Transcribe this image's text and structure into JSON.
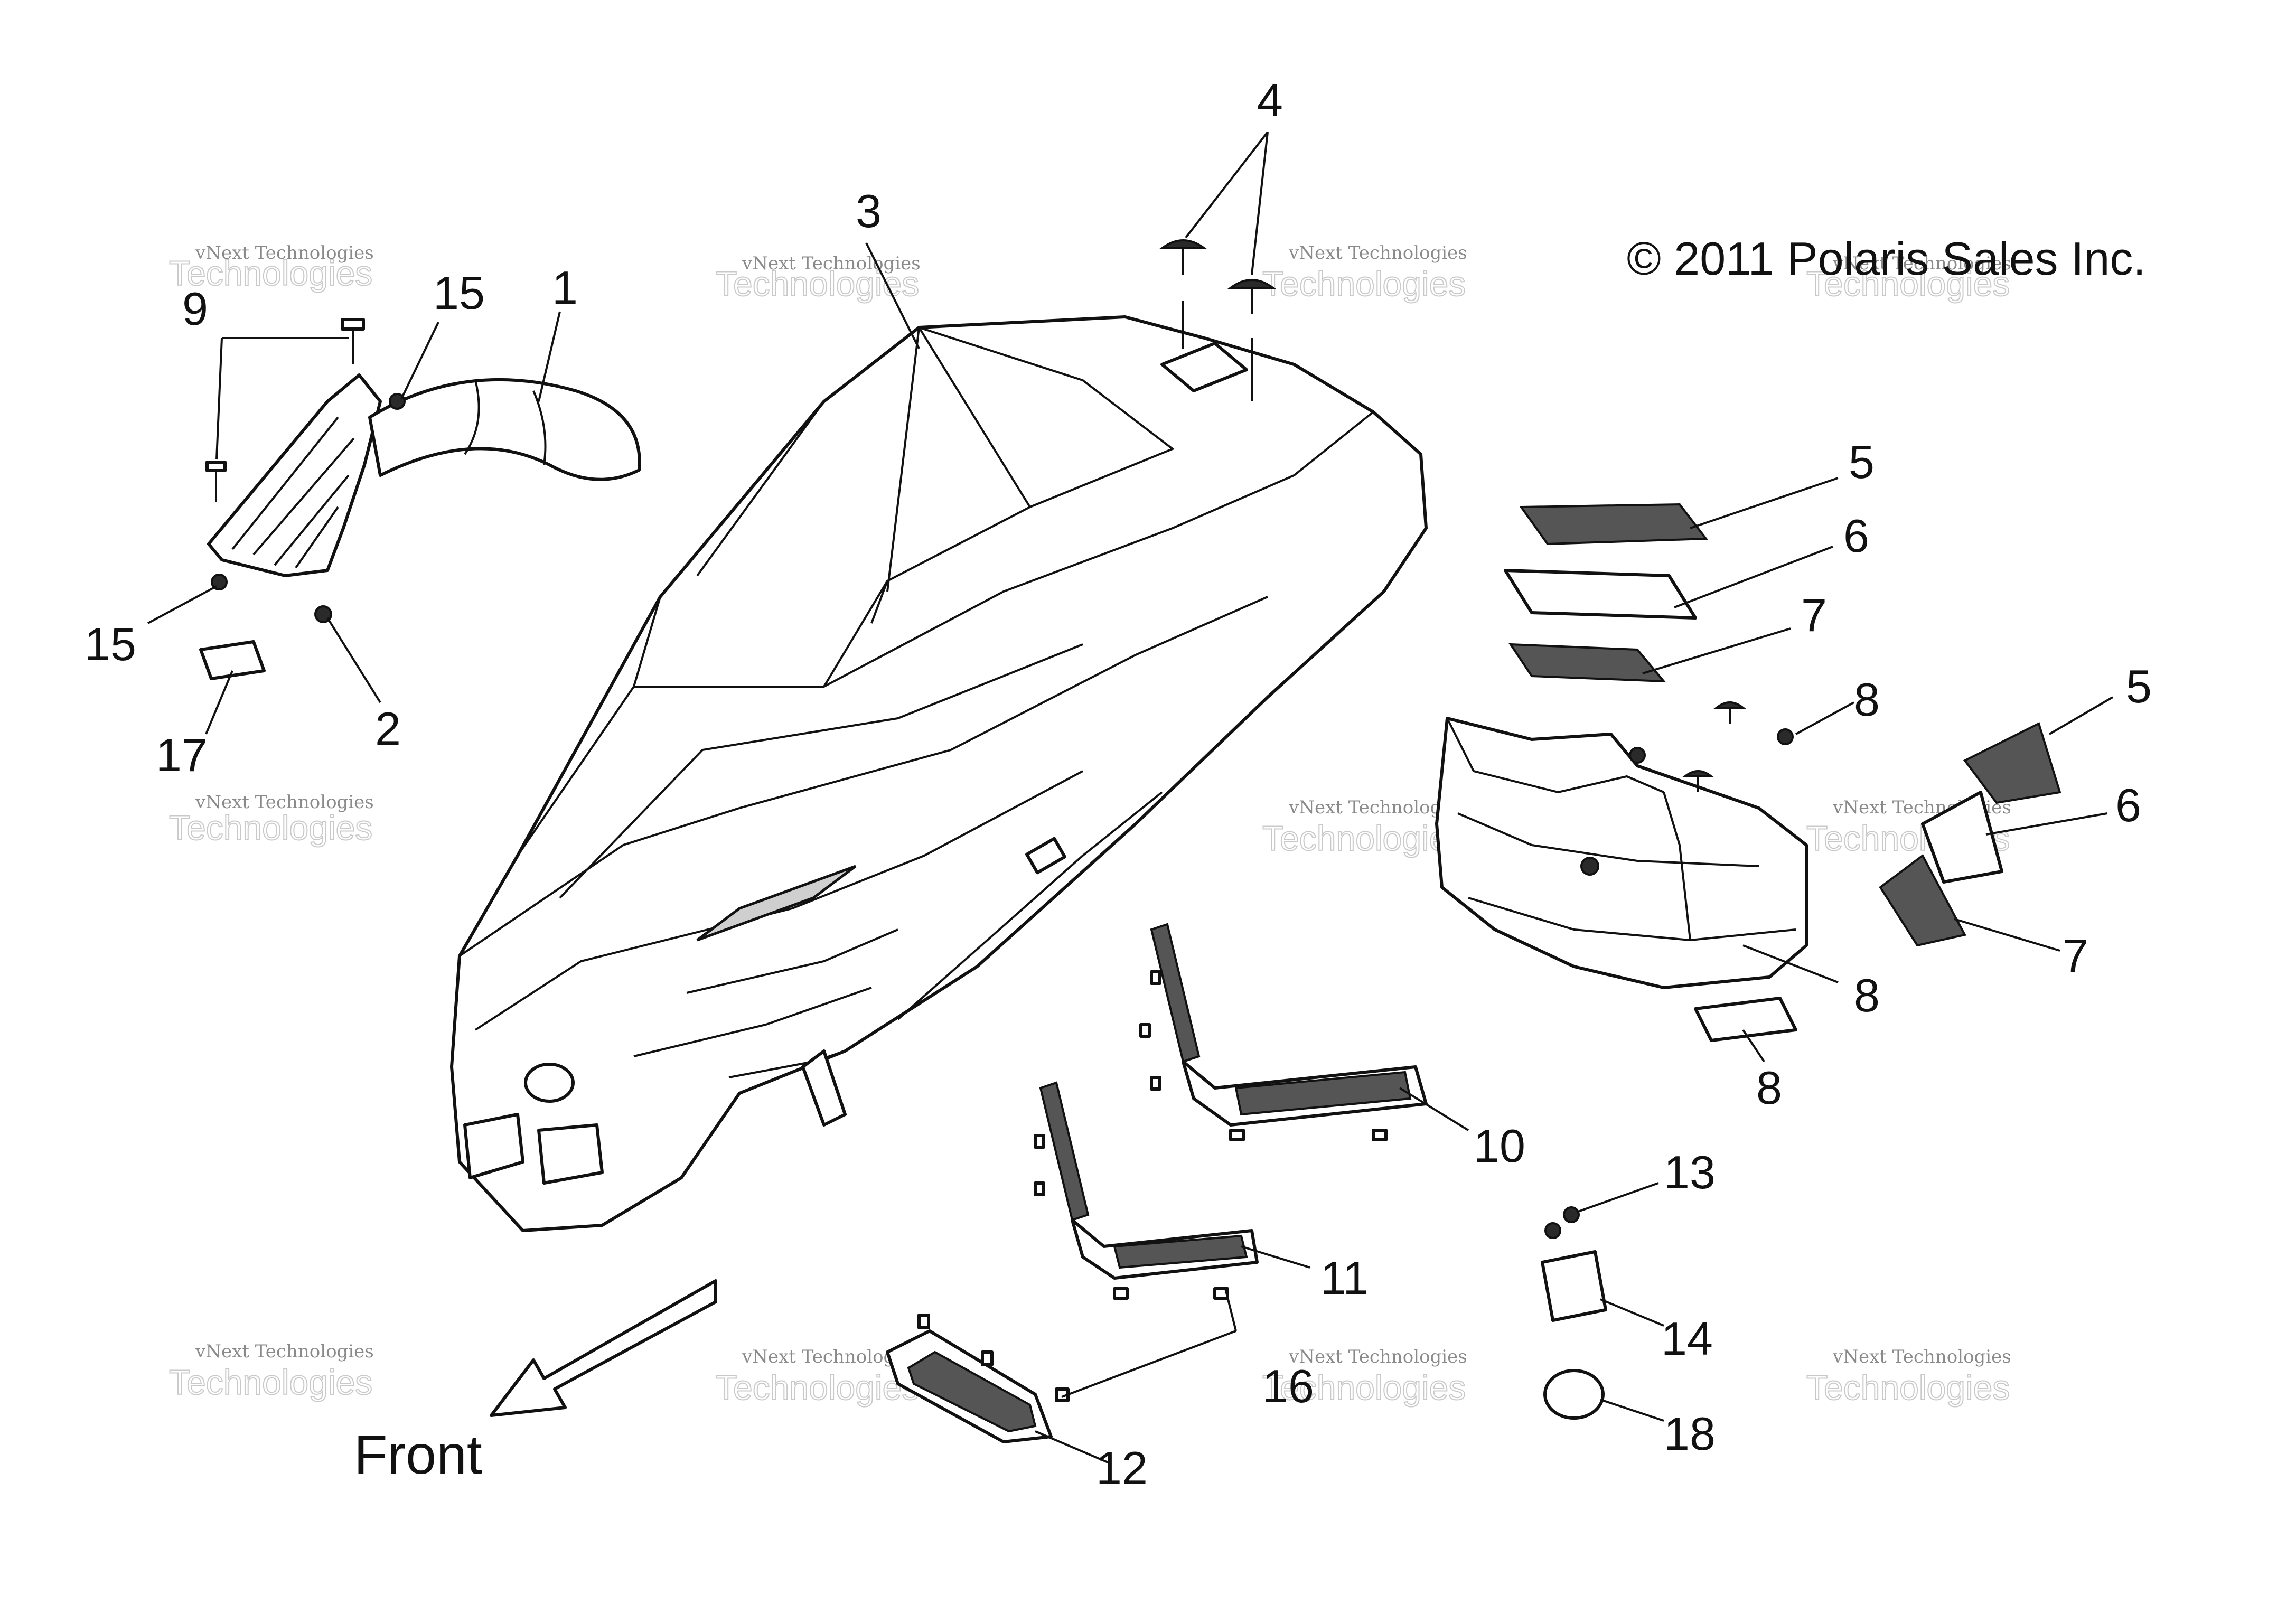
{
  "copyright": "© 2011 Polaris Sales Inc.",
  "front_label": "Front",
  "watermark": {
    "line1": "vNext Technologies",
    "line2": "Technologies"
  },
  "callouts": {
    "c1": "1",
    "c2": "2",
    "c3": "3",
    "c4": "4",
    "c5a": "5",
    "c5b": "5",
    "c6a": "6",
    "c6b": "6",
    "c7a": "7",
    "c7b": "7",
    "c8a": "8",
    "c8b": "8",
    "c8c": "8",
    "c9": "9",
    "c10": "10",
    "c11": "11",
    "c12": "12",
    "c13": "13",
    "c14": "14",
    "c15a": "15",
    "c15b": "15",
    "c16": "16",
    "c17": "17",
    "c18": "18"
  }
}
